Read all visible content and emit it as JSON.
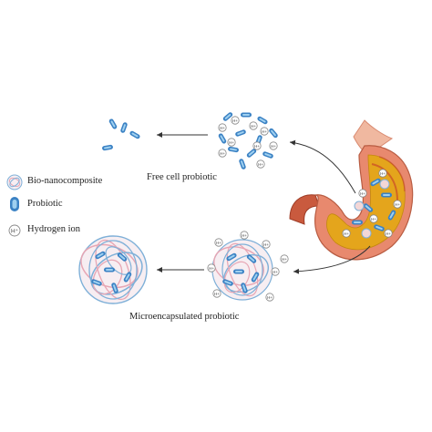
{
  "legend": {
    "nanocomposite": "Bio-nanocomposite",
    "probiotic": "Probiotic",
    "hydrogen": "Hydrogen ion",
    "hydrogen_symbol": "H⁺"
  },
  "labels": {
    "free_cell": "Free cell probiotic",
    "microencapsulated": "Microencapsulated probiotic"
  },
  "colors": {
    "probiotic": "#3b82c4",
    "probiotic_light": "#9fd0f0",
    "strand_blue": "#7fb0d8",
    "strand_pink": "#e7a6b4",
    "stomach_outer": "#e8896e",
    "stomach_inner": "#e4a51c",
    "esophagus": "#f0b8a0",
    "duodenum": "#c95a3e",
    "ion": "#777777"
  }
}
